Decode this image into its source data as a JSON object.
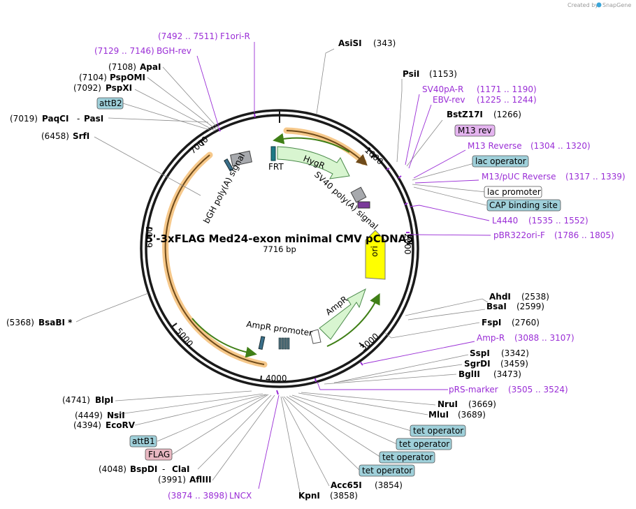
{
  "credit": "Created by",
  "credit_brand": "SnapGene",
  "plasmid_name": "5'-3xFLAG Med24-exon minimal CMV pCDNA5",
  "plasmid_length": "7716 bp",
  "ticks": [
    "1000",
    "2000",
    "3000",
    "4000",
    "5000",
    "6000",
    "7000"
  ],
  "features": {
    "hygr": "HygR",
    "frt": "FRT",
    "sv40": "SV40 poly(A) signal",
    "ori": "ori",
    "ampr": "AmpR",
    "ampr_promoter": "AmpR promoter",
    "bgh": "bGH poly(A) signal"
  },
  "enzymes": {
    "asisi": {
      "name": "AsiSI",
      "pos": "(343)"
    },
    "psii": {
      "name": "PsiI",
      "pos": "(1153)"
    },
    "bstz17i": {
      "name": "BstZ17I",
      "pos": "(1266)"
    },
    "ahdi": {
      "name": "AhdI",
      "pos": "(2538)"
    },
    "bsai": {
      "name": "BsaI",
      "pos": "(2599)"
    },
    "fspi": {
      "name": "FspI",
      "pos": "(2760)"
    },
    "sspi": {
      "name": "SspI",
      "pos": "(3342)"
    },
    "sgrdi": {
      "name": "SgrDI",
      "pos": "(3459)"
    },
    "bglii": {
      "name": "BglII",
      "pos": "(3473)"
    },
    "nrui": {
      "name": "NruI",
      "pos": "(3669)"
    },
    "mlui": {
      "name": "MluI",
      "pos": "(3689)"
    },
    "acc65i": {
      "name": "Acc65I",
      "pos": "(3854)"
    },
    "kpni": {
      "name": "KpnI",
      "pos": "(3858)"
    },
    "afliii": {
      "name": "AflIII",
      "pos": "(3991)"
    },
    "bspdi": {
      "name": "BspDI",
      "name2": "ClaI",
      "pos": "(4048)"
    },
    "ecorv": {
      "name": "EcoRV",
      "pos": "(4394)"
    },
    "nsii": {
      "name": "NsiI",
      "pos": "(4449)"
    },
    "blpi": {
      "name": "BlpI",
      "pos": "(4741)"
    },
    "bsabi": {
      "name": "BsaBI *",
      "pos": "(5368)"
    },
    "srfi": {
      "name": "SrfI",
      "pos": "(6458)"
    },
    "paqci": {
      "name": "PaqCI",
      "name2": "PasI",
      "pos": "(7019)"
    },
    "pspxi": {
      "name": "PspXI",
      "pos": "(7092)"
    },
    "pspomi": {
      "name": "PspOMI",
      "pos": "(7104)"
    },
    "apai": {
      "name": "ApaI",
      "pos": "(7108)"
    }
  },
  "primers": {
    "f1ori": {
      "name": "F1ori-R",
      "pos": "(7492 .. 7511)"
    },
    "bgh_rev": {
      "name": "BGH-rev",
      "pos": "(7129 .. 7146)"
    },
    "sv40pa": {
      "name": "SV40pA-R",
      "pos": "(1171 .. 1190)"
    },
    "ebv": {
      "name": "EBV-rev",
      "pos": "(1225 .. 1244)"
    },
    "m13rev": {
      "name": "M13 Reverse",
      "pos": "(1304 .. 1320)"
    },
    "m13puc": {
      "name": "M13/pUC Reverse",
      "pos": "(1317 .. 1339)"
    },
    "l4440": {
      "name": "L4440",
      "pos": "(1535 .. 1552)"
    },
    "pbr322": {
      "name": "pBR322ori-F",
      "pos": "(1786 .. 1805)"
    },
    "ampr": {
      "name": "Amp-R",
      "pos": "(3088 .. 3107)"
    },
    "prs": {
      "name": "pRS-marker",
      "pos": "(3505 .. 3524)"
    },
    "lncx": {
      "name": "LNCX",
      "pos": "(3874 .. 3898)"
    }
  },
  "boxes": {
    "attb2": "attB2",
    "m13rev": "M13 rev",
    "lac_operator": "lac operator",
    "lac_promoter": "lac promoter",
    "cap": "CAP binding site",
    "tet1": "tet operator",
    "tet2": "tet operator",
    "tet3": "tet operator",
    "tet4": "tet operator",
    "attb1": "attB1",
    "flag": "FLAG"
  },
  "colors": {
    "backbone": "#1a1a1a",
    "primer": "#9a2ed6",
    "hygr_fill": "#d8f5d0",
    "ori_fill": "#ffff00",
    "orf_halo": "#f6c88a",
    "orf_arrow": "#6e4a1a",
    "green_arrow": "#4a8a1e",
    "box_teal": "#9fd0da",
    "box_violet": "#e4b4ef",
    "box_pink": "#e9b8c2"
  }
}
